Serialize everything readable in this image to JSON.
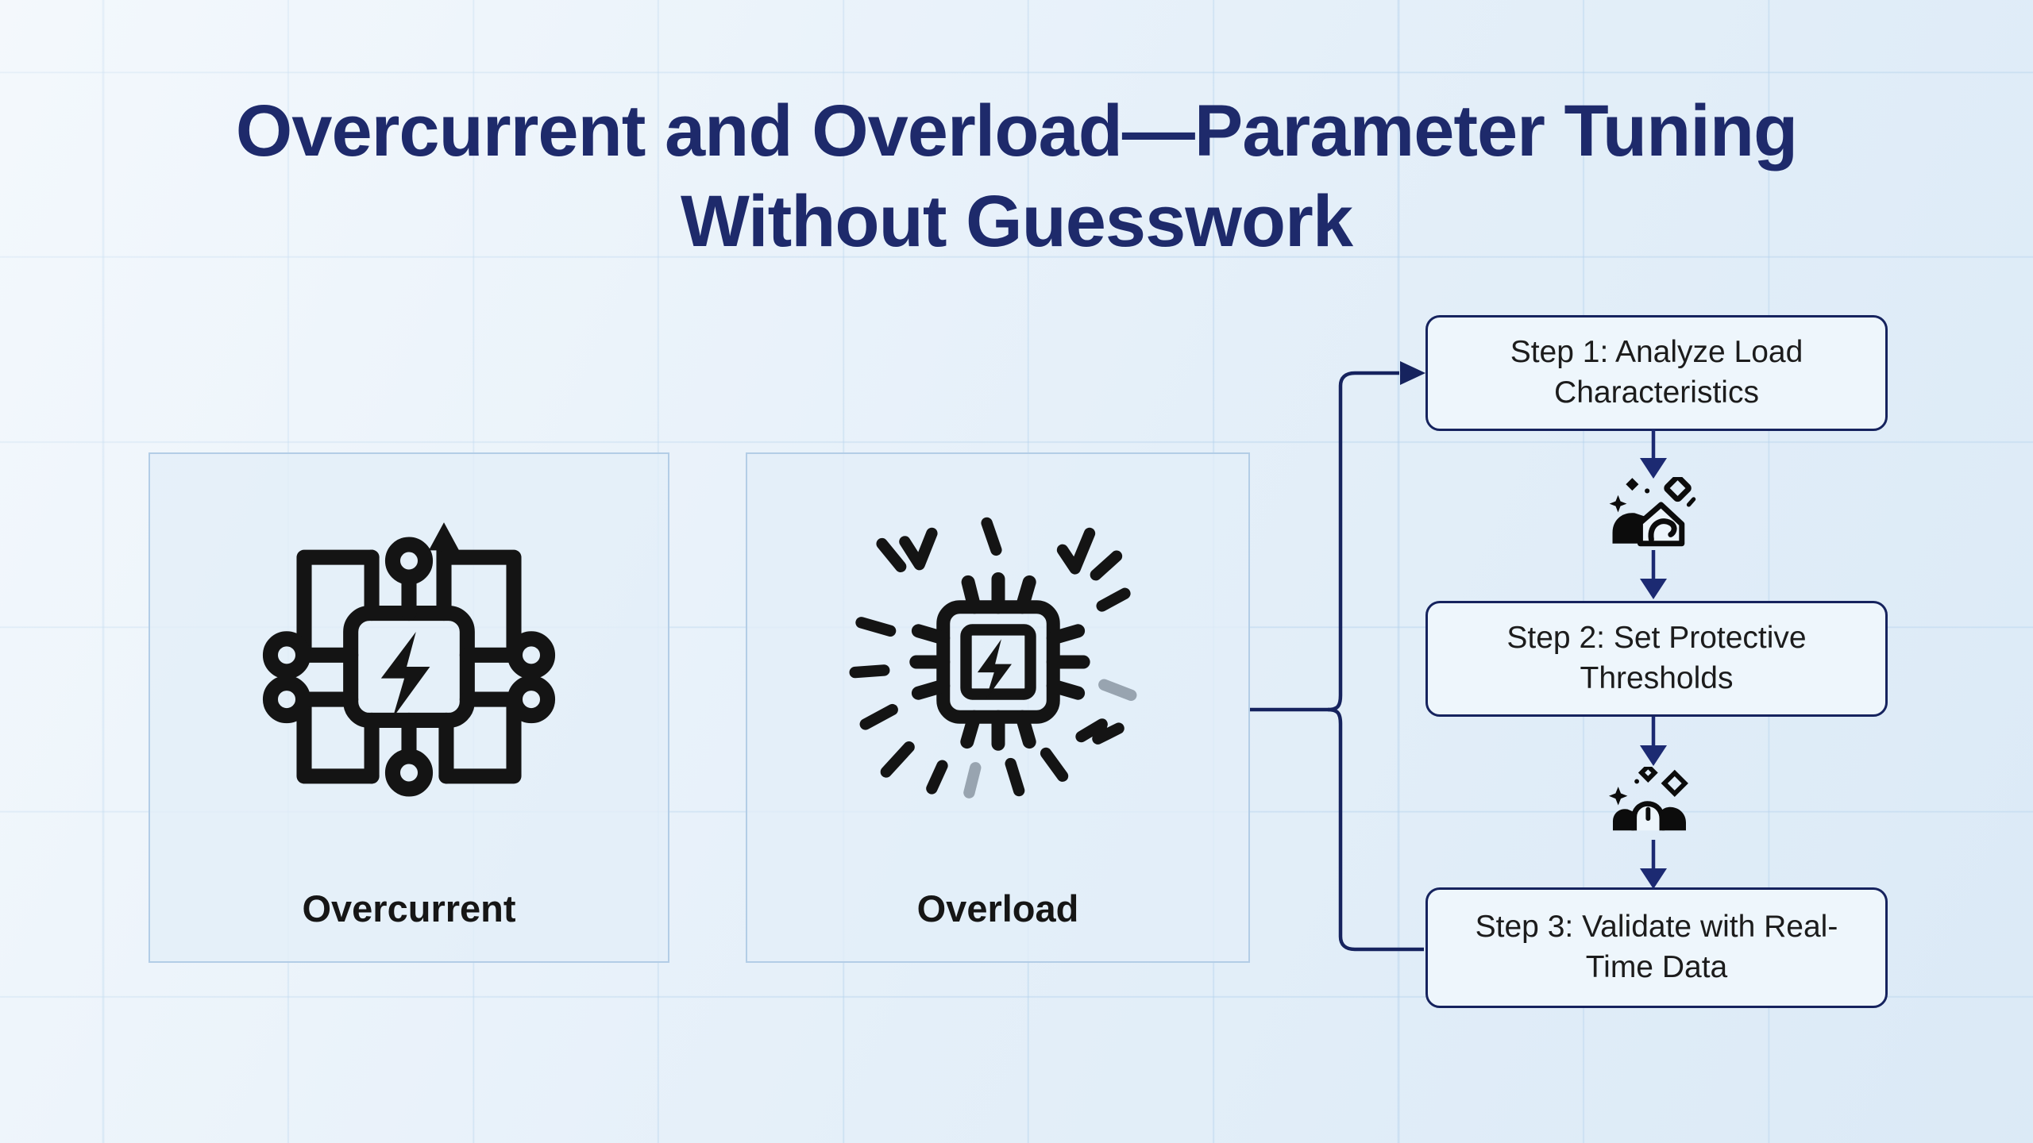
{
  "title": {
    "text": "Overcurrent and Overload—Parameter Tuning Without Guesswork",
    "color": "#1e2a6b"
  },
  "cards": [
    {
      "id": "overcurrent",
      "label": "Overcurrent",
      "icon": "overcurrent-circuit-icon"
    },
    {
      "id": "overload",
      "label": "Overload",
      "icon": "overload-chip-icon"
    }
  ],
  "flow": {
    "steps": [
      {
        "label": "Step 1: Analyze Load Characteristics"
      },
      {
        "label": "Step 2: Set Protective Thresholds"
      },
      {
        "label": "Step 3: Validate with Real-Time Data"
      }
    ],
    "between_icons": [
      "sparkle-hill-icon",
      "team-sparkles-icon"
    ],
    "connector_color": "#16235e",
    "arrow_color": "#1c2a72"
  },
  "colors": {
    "background": "#e6f0f9",
    "grid_line": "#a3c7e7",
    "card_fill": "#e3eef9",
    "card_border": "#b3cde6",
    "step_fill": "#eef6fc",
    "step_border": "#16235e",
    "title_navy": "#1e2a6b",
    "icon_ink": "#141414",
    "spark_gray": "#98a4b0"
  }
}
